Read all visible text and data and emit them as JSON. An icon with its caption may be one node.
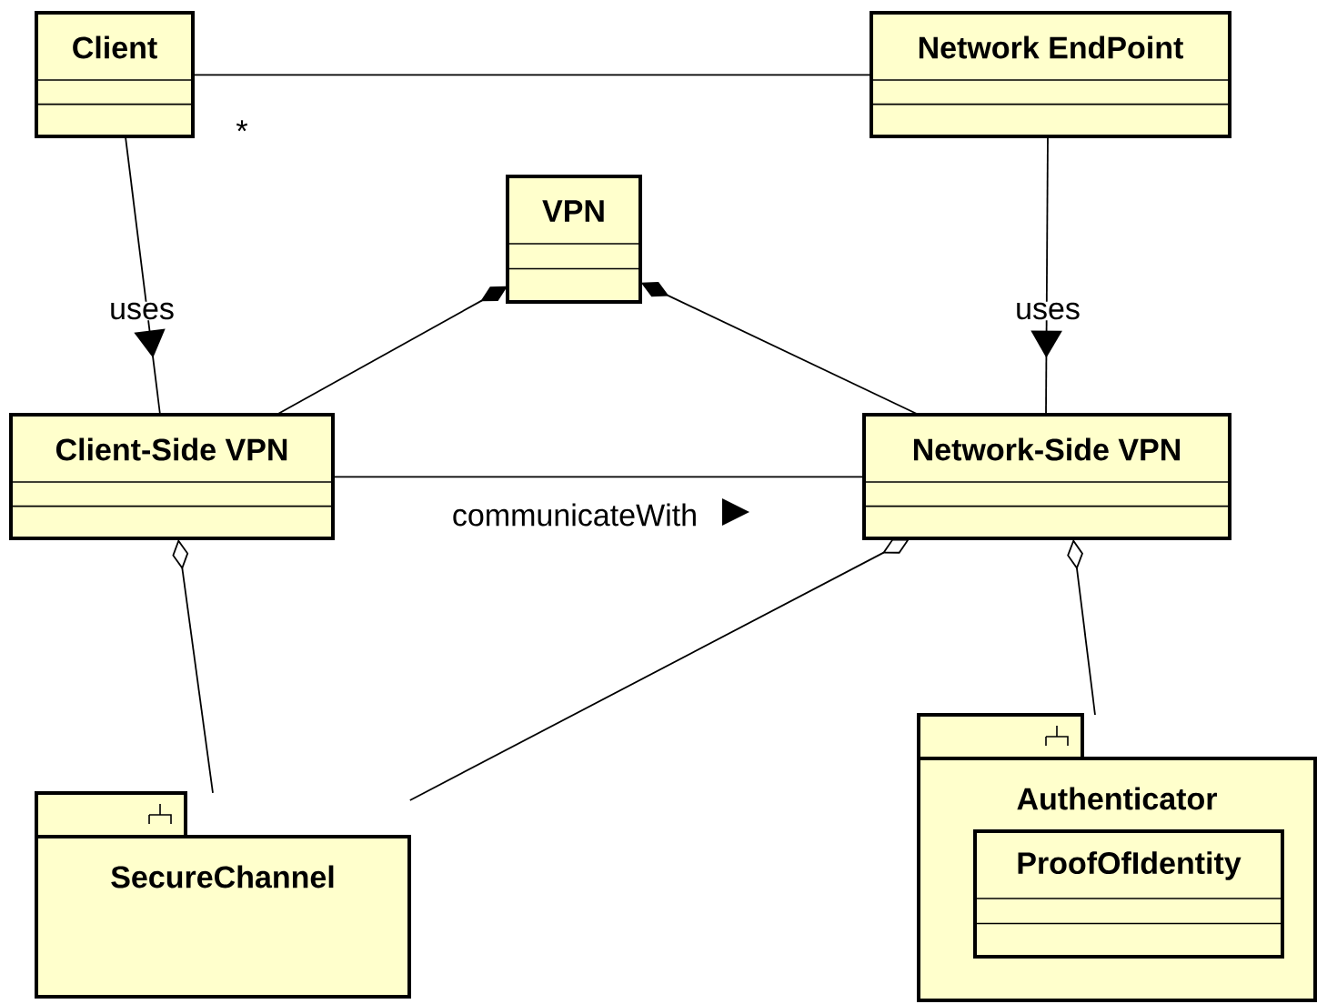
{
  "diagram": {
    "nodes": [
      {
        "text": [
          "Client"
        ]
      },
      {
        "text": [
          "Network EndPoint"
        ]
      },
      {
        "text": [
          "VPN"
        ]
      },
      {
        "text": [
          "Client-Side VPN"
        ]
      },
      {
        "text": [
          "Network-Side VPN"
        ]
      },
      {
        "text": [
          "SecureChannel"
        ]
      },
      {
        "text": [
          "Authenticator"
        ]
      },
      {
        "text": [
          "ProofOfIdentity"
        ],
        "in": 6
      }
    ],
    "edges": [
      {
        "from": 0,
        "to": 1,
        "arrow": "none",
        "label": "*"
      },
      {
        "from": 0,
        "to": 3,
        "arrow": "to",
        "label": "uses"
      },
      {
        "from": 1,
        "to": 4,
        "arrow": "to",
        "label": "uses"
      },
      {
        "from": 3,
        "to": 2,
        "arrow": "other"
      },
      {
        "from": 4,
        "to": 2,
        "arrow": "other"
      },
      {
        "from": 3,
        "to": 4,
        "arrow": "none",
        "label": "communicateWith"
      },
      {
        "from": 5,
        "to": 3,
        "arrow": "other"
      },
      {
        "from": 5,
        "to": 4,
        "arrow": "other"
      },
      {
        "from": 6,
        "to": 4,
        "arrow": "other"
      }
    ]
  }
}
